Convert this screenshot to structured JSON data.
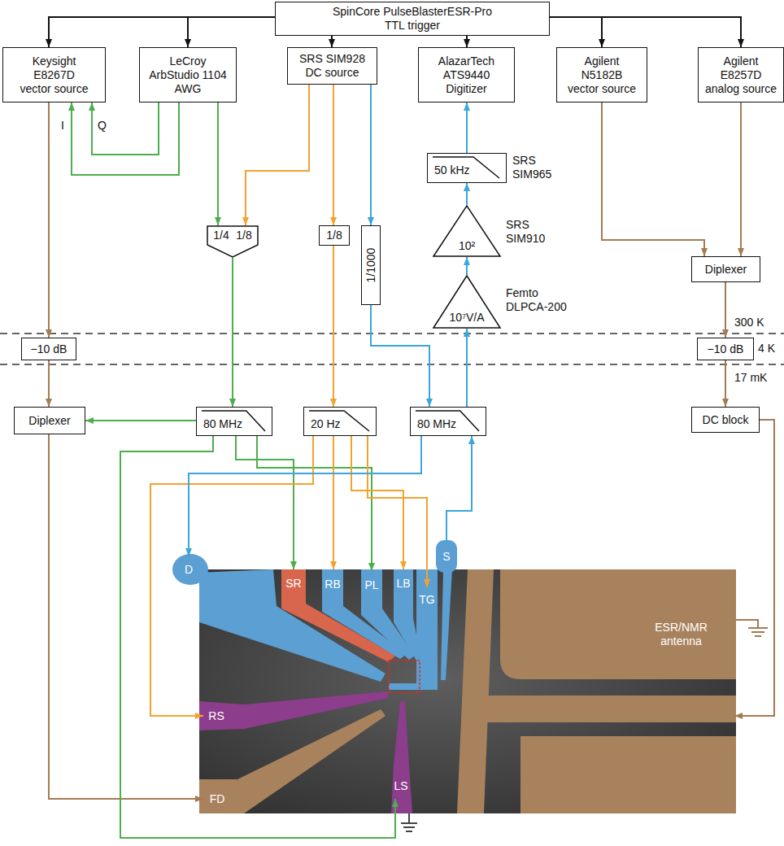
{
  "diagram": {
    "nodes": [
      {
        "text": [
          "SpinCore PulseBlasterESR-Pro TTL trigger"
        ]
      },
      {
        "text": [
          "Keysight E8267D vector source"
        ]
      },
      {
        "text": [
          "LeCroy ArbStudio 1104 AWG"
        ]
      },
      {
        "text": [
          "SRS SIM928 DC source"
        ]
      },
      {
        "text": [
          "AlazarTech ATS9440 Digitizer"
        ]
      },
      {
        "text": [
          "Agilent N5182B vector source"
        ]
      },
      {
        "text": [
          "Agilent E8257D analog source"
        ]
      },
      {
        "text": [
          "50 kHz"
        ]
      },
      {
        "text": [
          "10²"
        ]
      },
      {
        "text": [
          "1/4",
          "1/8"
        ]
      },
      {
        "text": [
          "1/8"
        ]
      },
      {
        "text": [
          "1/1000"
        ]
      },
      {
        "text": [
          "Diplexer"
        ]
      },
      {
        "text": [
          "10⁷V/A"
        ]
      },
      {
        "text": [
          "−10 dB"
        ]
      },
      {
        "text": [
          "−10 dB"
        ]
      },
      {
        "text": [
          "Diplexer"
        ]
      },
      {
        "text": [
          "80 MHz"
        ]
      },
      {
        "text": [
          "20 Hz"
        ]
      },
      {
        "text": [
          "80 MHz"
        ]
      },
      {
        "text": [
          "DC block"
        ]
      },
      {
        "text": [
          "S"
        ]
      },
      {
        "text": [
          "D"
        ]
      },
      {
        "text": [
          "SR"
        ]
      },
      {
        "text": [
          "RB"
        ]
      },
      {
        "text": [
          "PL"
        ]
      },
      {
        "text": [
          "LB"
        ]
      },
      {
        "text": [
          "TG"
        ]
      },
      {
        "text": [
          "ESR/NMR antenna"
        ]
      },
      {
        "text": [
          "RS"
        ]
      },
      {
        "text": [
          "LS"
        ]
      },
      {
        "text": [
          "FD"
        ]
      }
    ],
    "edges": [
      {
        "from": 0,
        "to": 1,
        "arrow": "to"
      },
      {
        "from": 0,
        "to": 2,
        "arrow": "to"
      },
      {
        "from": 0,
        "to": 3,
        "arrow": "to"
      },
      {
        "from": 0,
        "to": 4,
        "arrow": "to"
      },
      {
        "from": 0,
        "to": 5,
        "arrow": "to"
      },
      {
        "from": 0,
        "to": 6,
        "arrow": "to"
      },
      {
        "from": 2,
        "to": 1,
        "label": "I",
        "arrow": "to"
      },
      {
        "from": 2,
        "to": 1,
        "label": "Q",
        "arrow": "to"
      },
      {
        "from": 2,
        "to": 9,
        "arrow": "to"
      },
      {
        "from": 3,
        "to": 9,
        "arrow": "to"
      },
      {
        "from": 3,
        "to": 10,
        "arrow": "to"
      },
      {
        "from": 3,
        "to": 11,
        "arrow": "to"
      },
      {
        "from": 7,
        "to": 4,
        "arrow": "to"
      },
      {
        "from": 8,
        "to": 7,
        "arrow": "to"
      },
      {
        "from": 13,
        "to": 8,
        "arrow": "to"
      },
      {
        "from": 19,
        "to": 13,
        "arrow": "to"
      },
      {
        "from": 11,
        "to": 19,
        "arrow": "to"
      },
      {
        "from": 5,
        "to": 12,
        "arrow": "to"
      },
      {
        "from": 6,
        "to": 12,
        "arrow": "to"
      },
      {
        "from": 12,
        "to": 15,
        "arrow": "to"
      },
      {
        "from": 15,
        "to": 20,
        "arrow": "to"
      },
      {
        "from": 20,
        "to": 28,
        "arrow": "to"
      },
      {
        "from": 1,
        "to": 14,
        "arrow": "to"
      },
      {
        "from": 14,
        "to": 16,
        "arrow": "to"
      },
      {
        "from": 9,
        "to": 17,
        "arrow": "to"
      },
      {
        "from": 10,
        "to": 18,
        "arrow": "to"
      },
      {
        "from": 17,
        "to": 16,
        "arrow": "to"
      },
      {
        "from": 16,
        "to": 31,
        "arrow": "to"
      },
      {
        "from": 17,
        "to": 30,
        "arrow": "to"
      },
      {
        "from": 17,
        "to": 23,
        "arrow": "to"
      },
      {
        "from": 17,
        "to": 25,
        "arrow": "to"
      },
      {
        "from": 18,
        "to": 29,
        "arrow": "to"
      },
      {
        "from": 18,
        "to": 24,
        "arrow": "to"
      },
      {
        "from": 18,
        "to": 26,
        "arrow": "to"
      },
      {
        "from": 18,
        "to": 27,
        "arrow": "to"
      },
      {
        "from": 19,
        "to": 22,
        "arrow": "to"
      },
      {
        "from": 21,
        "to": 19,
        "arrow": "to"
      }
    ],
    "labels": [
      "SRS SIM965",
      "SRS SIM910",
      "Femto DLPCA-200",
      "300 K",
      "4 K",
      "17 mK"
    ]
  }
}
